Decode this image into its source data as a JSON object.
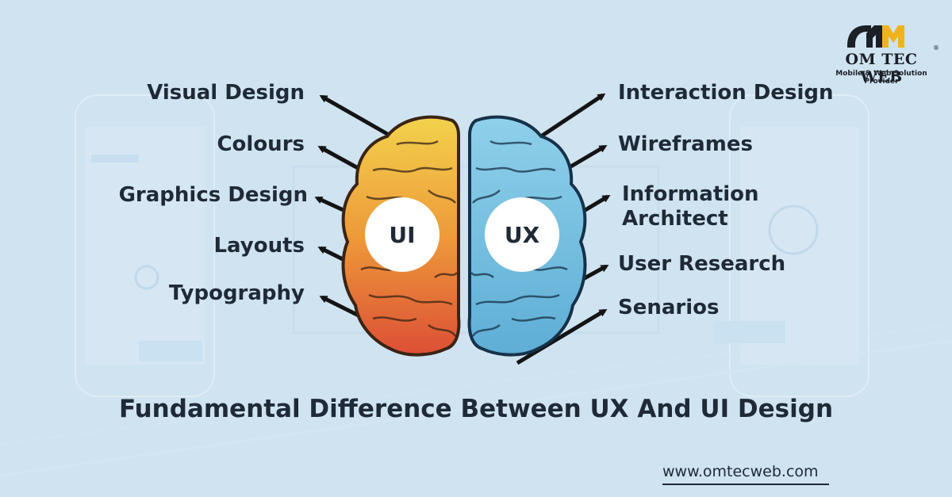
{
  "brand": {
    "name": "OM TEC WEB",
    "tagline": "Mobile & Web Solution Provider",
    "registered_mark": "®"
  },
  "diagram": {
    "ui": {
      "label": "UI",
      "items": [
        "Visual Design",
        "Colours",
        "Graphics Design",
        "Layouts",
        "Typography"
      ]
    },
    "ux": {
      "label": "UX",
      "items": [
        "Interaction Design",
        "Wireframes",
        "Information Architect",
        "User Research",
        "Senarios"
      ]
    },
    "title": "Fundamental Difference Between UX And UI Design"
  },
  "footer": {
    "website": "www.omtecweb.com"
  },
  "colors": {
    "background": "#cfe3f1",
    "ui_brain_top": "#f2cf4a",
    "ui_brain_bottom": "#e05a3a",
    "ux_brain": "#7cc0de",
    "text": "#1f2a36"
  }
}
